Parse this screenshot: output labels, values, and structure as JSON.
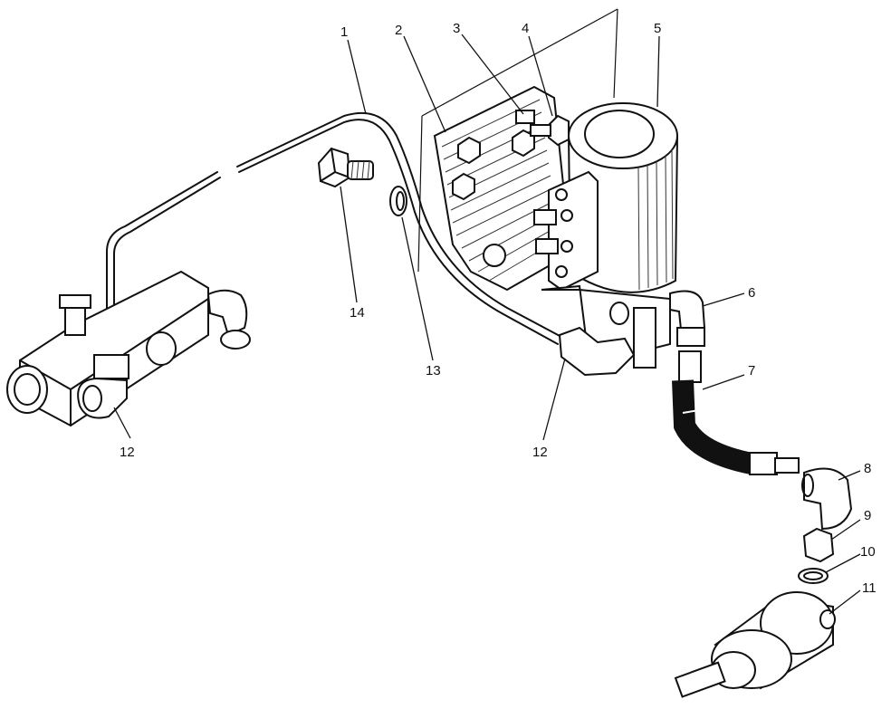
{
  "callouts": [
    {
      "id": "1",
      "text": "1"
    },
    {
      "id": "2",
      "text": "2"
    },
    {
      "id": "3",
      "text": "3"
    },
    {
      "id": "4",
      "text": "4"
    },
    {
      "id": "5",
      "text": "5"
    },
    {
      "id": "6",
      "text": "6"
    },
    {
      "id": "7",
      "text": "7"
    },
    {
      "id": "8",
      "text": "8"
    },
    {
      "id": "9",
      "text": "9"
    },
    {
      "id": "10",
      "text": "10"
    },
    {
      "id": "11",
      "text": "11"
    },
    {
      "id": "12a",
      "text": "12"
    },
    {
      "id": "12b",
      "text": "12"
    },
    {
      "id": "13",
      "text": "13"
    },
    {
      "id": "14",
      "text": "14"
    }
  ]
}
